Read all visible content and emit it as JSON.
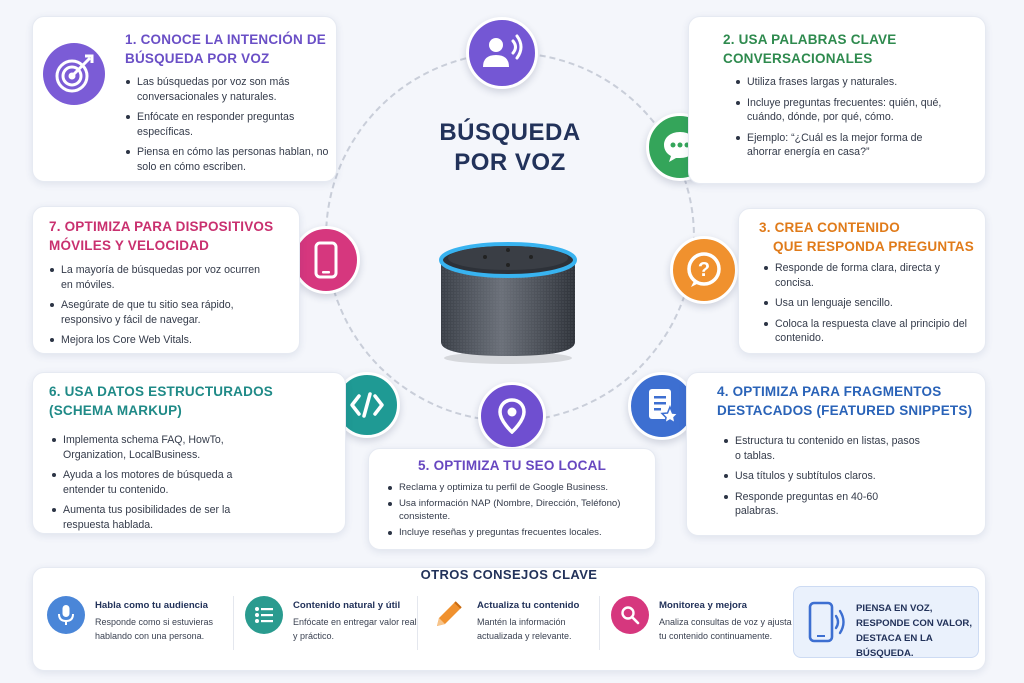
{
  "center": {
    "title_line1": "BÚSQUEDA",
    "title_line2": "POR VOZ"
  },
  "cards": {
    "c1": {
      "title": "1. Conoce la intención de búsqueda por voz",
      "items": [
        "Las búsquedas por voz son más conversacionales y naturales.",
        "Enfócate en responder preguntas específicas.",
        "Piensa en cómo las personas hablan, no solo en cómo escriben."
      ]
    },
    "c2": {
      "title": "2. Usa palabras clave conversacionales",
      "items": [
        "Utiliza frases largas y naturales.",
        "Incluye preguntas frecuentes: quién, qué, cuándo, dónde, por qué, cómo.",
        "Ejemplo: “¿Cuál es la mejor forma de ahorrar energía en casa?”"
      ]
    },
    "c3": {
      "title_line1": "3. Crea contenido",
      "title_line2": "que responda preguntas",
      "items": [
        "Responde de forma clara, directa y concisa.",
        "Usa un lenguaje sencillo.",
        "Coloca la respuesta clave al principio del contenido."
      ]
    },
    "c4": {
      "title": "4. Optimiza para fragmentos destacados (featured snippets)",
      "items": [
        "Estructura tu contenido en listas, pasos o tablas.",
        "Usa títulos y subtítulos claros.",
        "Responde preguntas en 40-60 palabras."
      ]
    },
    "c5": {
      "title": "5. Optimiza tu SEO local",
      "items": [
        "Reclama y optimiza tu perfil de Google Business.",
        "Usa información NAP (Nombre, Dirección, Teléfono) consistente.",
        "Incluye reseñas y preguntas frecuentes locales."
      ]
    },
    "c6": {
      "title": "6. Usa datos estructurados (schema markup)",
      "items": [
        "Implementa schema FAQ, HowTo, Organization, LocalBusiness.",
        "Ayuda a los motores de búsqueda a entender tu contenido.",
        "Aumenta tus posibilidades de ser la respuesta hablada."
      ]
    },
    "c7": {
      "title": "7. Optimiza para dispositivos móviles y velocidad",
      "items": [
        "La mayoría de búsquedas por voz ocurren en móviles.",
        "Asegúrate de que tu sitio sea rápido, responsivo y fácil de navegar.",
        "Mejora los Core Web Vitals."
      ]
    }
  },
  "bottom": {
    "title": "OTROS CONSEJOS CLAVE",
    "tips": [
      {
        "title": "Habla como tu audiencia",
        "desc": "Responde como si estuvieras hablando con una persona.",
        "icon": "microphone-icon",
        "color": "#4a86d8"
      },
      {
        "title": "Contenido natural y útil",
        "desc": "Enfócate en entregar valor real y práctico.",
        "icon": "list-icon",
        "color": "#2a9b8f"
      },
      {
        "title": "Actualiza tu contenido",
        "desc": "Mantén la información actualizada y relevante.",
        "icon": "pencil-icon",
        "color": "#f0912e"
      },
      {
        "title": "Monitorea y mejora",
        "desc": "Analiza consultas de voz y ajusta tu contenido continuamente.",
        "icon": "magnifier-icon",
        "color": "#d6377e"
      }
    ],
    "final": "Piensa en voz, responde con valor, destaca en la búsqueda."
  },
  "colors": {
    "purple": "#7b5cd6",
    "green": "#34a55a",
    "orange": "#f0912e",
    "blue": "#3d6fd1",
    "pink": "#d6377e",
    "teal": "#1f9a94",
    "violet": "#6f4fd0"
  }
}
